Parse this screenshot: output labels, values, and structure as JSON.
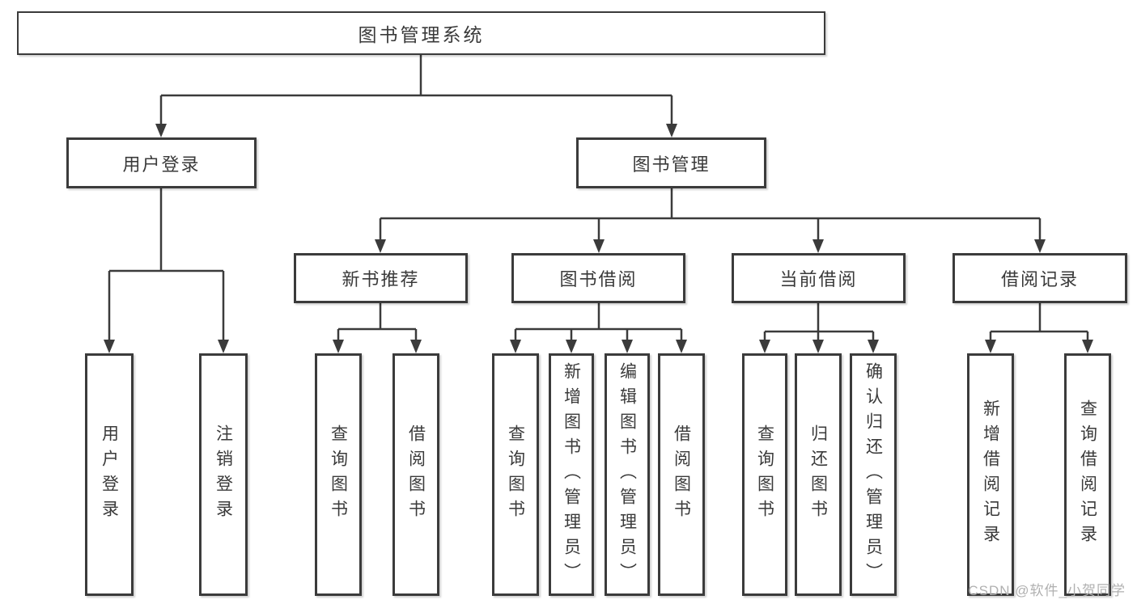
{
  "diagram": {
    "root": {
      "label": "图书管理系统",
      "children": [
        {
          "label": "用户登录",
          "children": [
            {
              "label": "用户登录"
            },
            {
              "label": "注销登录"
            }
          ]
        },
        {
          "label": "图书管理",
          "children": [
            {
              "label": "新书推荐",
              "children": [
                {
                  "label": "查询图书"
                },
                {
                  "label": "借阅图书"
                }
              ]
            },
            {
              "label": "图书借阅",
              "children": [
                {
                  "label": "查询图书"
                },
                {
                  "label": "新增图书（管理员）"
                },
                {
                  "label": "编辑图书（管理员）"
                },
                {
                  "label": "借阅图书"
                }
              ]
            },
            {
              "label": "当前借阅",
              "children": [
                {
                  "label": "查询图书"
                },
                {
                  "label": "归还图书"
                },
                {
                  "label": "确认归还（管理员）"
                }
              ]
            },
            {
              "label": "借阅记录",
              "children": [
                {
                  "label": "新增借阅记录"
                },
                {
                  "label": "查询借阅记录"
                }
              ]
            }
          ]
        }
      ]
    },
    "watermark": "CSDN @软件_小贺同学",
    "colors": {
      "line": "#3b3b3b",
      "border": "#3b3b3b",
      "text": "#3a3a3a",
      "watermark": "#b0b0b0",
      "background": "#ffffff"
    }
  }
}
